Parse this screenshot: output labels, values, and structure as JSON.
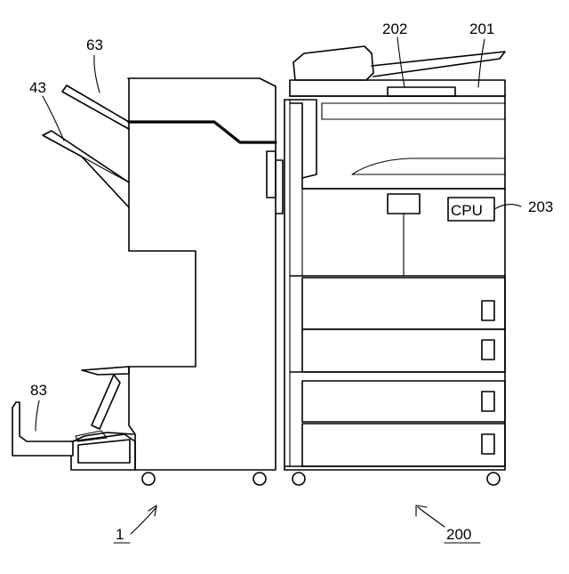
{
  "labels": {
    "ref_63": "63",
    "ref_43": "43",
    "ref_83": "83",
    "ref_202": "202",
    "ref_201": "201",
    "ref_203": "203",
    "ref_1": "1",
    "ref_200": "200",
    "cpu": "CPU"
  }
}
